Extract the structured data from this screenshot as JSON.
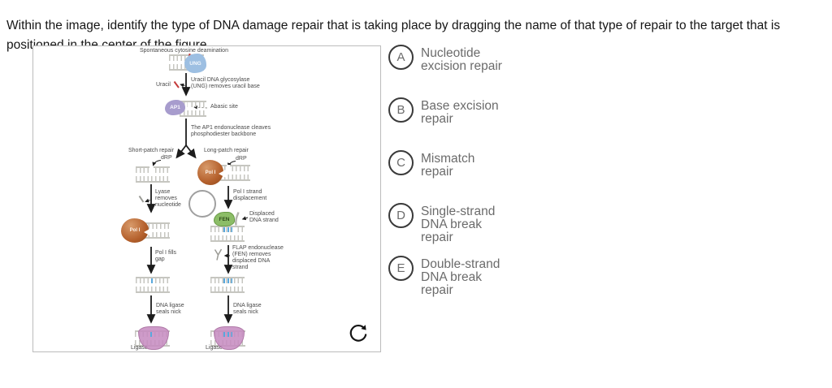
{
  "instruction": "Within the image, identify the type of DNA damage repair that is taking place by dragging the name of that type of repair to the target that is positioned in the center of the figure.",
  "options": [
    {
      "letter": "A",
      "label": "Nucleotide excision repair"
    },
    {
      "letter": "B",
      "label": "Base excision repair"
    },
    {
      "letter": "C",
      "label": "Mismatch repair"
    },
    {
      "letter": "D",
      "label": "Single-strand DNA break repair"
    },
    {
      "letter": "E",
      "label": "Double-strand DNA break repair"
    }
  ],
  "figure": {
    "title": "Spontaneous cytosine deamination",
    "labels": {
      "ung": "UNG",
      "uracil": "Uracil",
      "glycosylase": "Uracil DNA glycosylase\n(UNG) removes uracil base",
      "ap1": "AP1",
      "abasic_site": "Abasic site",
      "endonuclease": "The AP1 endonuclease cleaves\nphosphodiester backbone",
      "short_patch": "Short-patch repair",
      "long_patch": "Long-patch repair",
      "drp": "dRP",
      "pol1": "Pol I",
      "lyase": "Lyase\nremoves\nnucleotide",
      "pol1_strand": "Pol I strand\ndisplacement",
      "fen": "FEN",
      "displaced": "Displaced\nDNA strand",
      "pol1_fills": "Pol I fills\ngap",
      "flap": "FLAP endonuclease\n(FEN) removes\ndisplaced DNA\nstrand",
      "ligase_seals": "DNA ligase\nseals nick",
      "ligase": "Ligase"
    },
    "colors": {
      "ung_blob": "#9dbfe2",
      "ap1_blob": "#a79ccd",
      "pol1_blob": "#b4602c",
      "fen_blob": "#8cbd67",
      "ligase_blob": "#c589bf",
      "nucleotide_blue": "#58a8dd",
      "uracil_red": "#c43b3b",
      "dna_gray": "#c6c6c0"
    }
  }
}
